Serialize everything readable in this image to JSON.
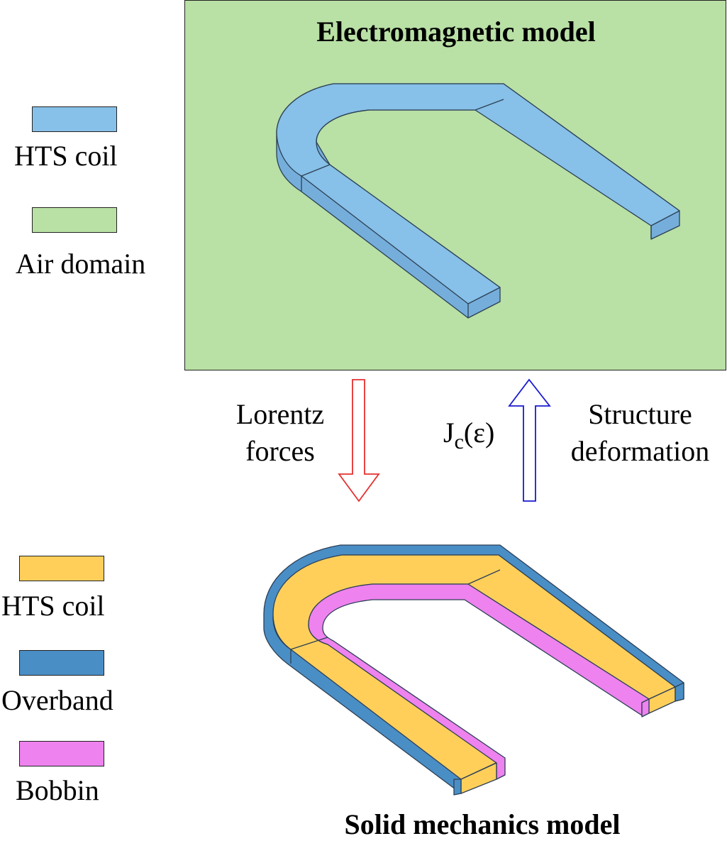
{
  "em_legend": {
    "items": [
      {
        "label": "HTS coil",
        "color": "#87c0e8"
      },
      {
        "label": "Air domain",
        "color": "#b9e0a5"
      }
    ]
  },
  "sm_legend": {
    "items": [
      {
        "label": "HTS coil",
        "color": "#ffcf5a"
      },
      {
        "label": "Overband",
        "color": "#4a8ec6"
      },
      {
        "label": "Bobbin",
        "color": "#ee82ee"
      }
    ]
  },
  "em_model": {
    "title": "Electromagnetic model"
  },
  "sm_model": {
    "title": "Solid mechanics model"
  },
  "arrows": {
    "down": {
      "line1": "Lorentz",
      "line2": "forces",
      "color": "#e53030"
    },
    "up": {
      "symbol_main": "J",
      "symbol_sub": "c",
      "symbol_arg": "(ε)",
      "line1": "Structure",
      "line2": "deformation",
      "color": "#1a1ad0"
    }
  }
}
